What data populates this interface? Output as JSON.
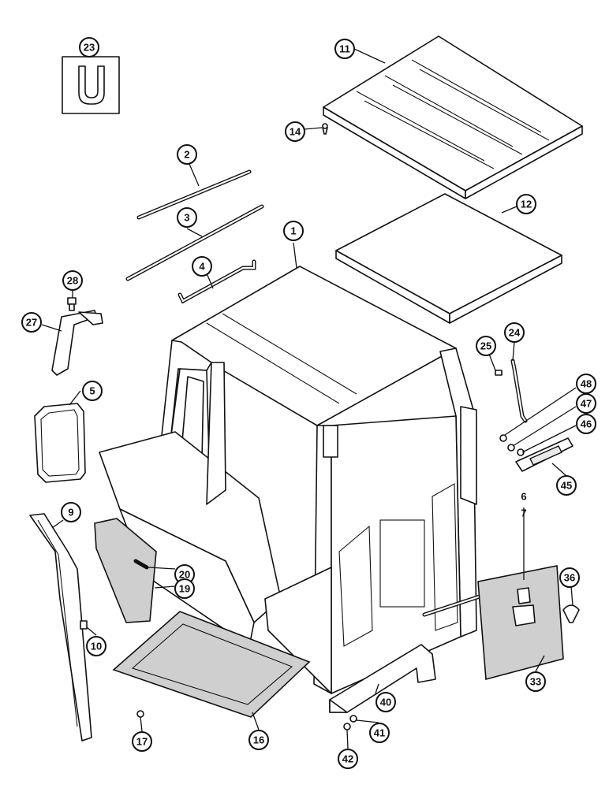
{
  "callouts": [
    {
      "id": "23",
      "label": "23"
    },
    {
      "id": "11",
      "label": "11"
    },
    {
      "id": "14",
      "label": "14"
    },
    {
      "id": "2",
      "label": "2"
    },
    {
      "id": "3",
      "label": "3"
    },
    {
      "id": "12",
      "label": "12"
    },
    {
      "id": "1",
      "label": "1"
    },
    {
      "id": "4",
      "label": "4"
    },
    {
      "id": "28",
      "label": "28"
    },
    {
      "id": "27",
      "label": "27"
    },
    {
      "id": "25",
      "label": "25"
    },
    {
      "id": "24",
      "label": "24"
    },
    {
      "id": "5",
      "label": "5"
    },
    {
      "id": "48",
      "label": "48"
    },
    {
      "id": "47",
      "label": "47"
    },
    {
      "id": "46",
      "label": "46"
    },
    {
      "id": "45",
      "label": "45"
    },
    {
      "id": "6",
      "label": "6"
    },
    {
      "id": "7",
      "label": "7"
    },
    {
      "id": "9",
      "label": "9"
    },
    {
      "id": "20",
      "label": "20"
    },
    {
      "id": "19",
      "label": "19"
    },
    {
      "id": "36",
      "label": "36"
    },
    {
      "id": "10",
      "label": "10"
    },
    {
      "id": "33",
      "label": "33"
    },
    {
      "id": "40",
      "label": "40"
    },
    {
      "id": "41",
      "label": "41"
    },
    {
      "id": "17",
      "label": "17"
    },
    {
      "id": "16",
      "label": "16"
    },
    {
      "id": "42",
      "label": "42"
    }
  ]
}
